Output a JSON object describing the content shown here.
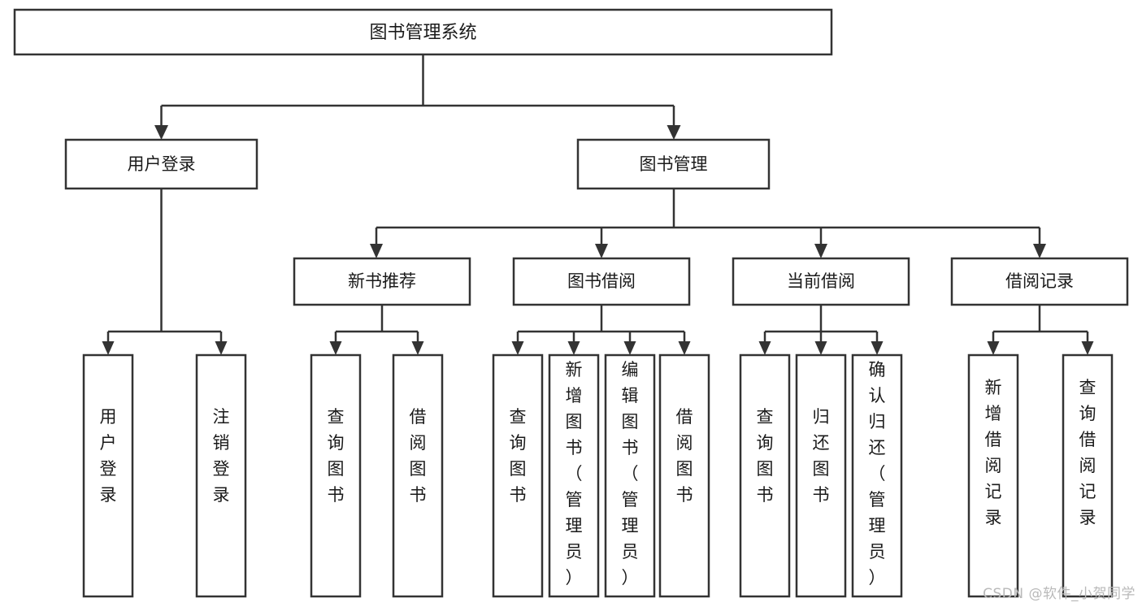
{
  "diagram": {
    "title": "图书管理系统",
    "watermark": "CSDN @软件_小贺同学",
    "colors": {
      "stroke": "#333333",
      "fill": "#ffffff",
      "text": "#1a1a1a",
      "watermark": "#b9b9b9",
      "background": "#ffffff"
    }
  },
  "chart_data": {
    "type": "diagram",
    "subtype": "tree-hierarchy",
    "title": "图书管理系统",
    "orientation": "top-down",
    "levels": 4,
    "nodes": [
      {
        "id": "root",
        "label": "图书管理系统",
        "level": 0,
        "parent": null,
        "orientation": "horizontal"
      },
      {
        "id": "login",
        "label": "用户登录",
        "level": 1,
        "parent": "root",
        "orientation": "horizontal"
      },
      {
        "id": "bookmgmt",
        "label": "图书管理",
        "level": 1,
        "parent": "root",
        "orientation": "horizontal"
      },
      {
        "id": "newbook",
        "label": "新书推荐",
        "level": 2,
        "parent": "bookmgmt",
        "orientation": "horizontal"
      },
      {
        "id": "borrowbook",
        "label": "图书借阅",
        "level": 2,
        "parent": "bookmgmt",
        "orientation": "horizontal"
      },
      {
        "id": "current",
        "label": "当前借阅",
        "level": 2,
        "parent": "bookmgmt",
        "orientation": "horizontal"
      },
      {
        "id": "record",
        "label": "借阅记录",
        "level": 2,
        "parent": "bookmgmt",
        "orientation": "horizontal"
      },
      {
        "id": "leaf-1",
        "label": "用户登录",
        "level": 3,
        "parent": "login",
        "orientation": "vertical"
      },
      {
        "id": "leaf-2",
        "label": "注销登录",
        "level": 3,
        "parent": "login",
        "orientation": "vertical"
      },
      {
        "id": "leaf-3",
        "label": "查询图书",
        "level": 3,
        "parent": "newbook",
        "orientation": "vertical"
      },
      {
        "id": "leaf-4",
        "label": "借阅图书",
        "level": 3,
        "parent": "newbook",
        "orientation": "vertical"
      },
      {
        "id": "leaf-5",
        "label": "查询图书",
        "level": 3,
        "parent": "borrowbook",
        "orientation": "vertical"
      },
      {
        "id": "leaf-6",
        "label": "新增图书（管理员）",
        "level": 3,
        "parent": "borrowbook",
        "orientation": "vertical"
      },
      {
        "id": "leaf-7",
        "label": "编辑图书（管理员）",
        "level": 3,
        "parent": "borrowbook",
        "orientation": "vertical"
      },
      {
        "id": "leaf-8",
        "label": "借阅图书",
        "level": 3,
        "parent": "borrowbook",
        "orientation": "vertical"
      },
      {
        "id": "leaf-9",
        "label": "查询图书",
        "level": 3,
        "parent": "current",
        "orientation": "vertical"
      },
      {
        "id": "leaf-10",
        "label": "归还图书",
        "level": 3,
        "parent": "current",
        "orientation": "vertical"
      },
      {
        "id": "leaf-11",
        "label": "确认归还（管理员）",
        "level": 3,
        "parent": "current",
        "orientation": "vertical"
      },
      {
        "id": "leaf-12",
        "label": "新增借阅记录",
        "level": 3,
        "parent": "record",
        "orientation": "vertical"
      },
      {
        "id": "leaf-13",
        "label": "查询借阅记录",
        "level": 3,
        "parent": "record",
        "orientation": "vertical"
      }
    ],
    "edges": [
      {
        "from": "root",
        "to": "login"
      },
      {
        "from": "root",
        "to": "bookmgmt"
      },
      {
        "from": "bookmgmt",
        "to": "newbook"
      },
      {
        "from": "bookmgmt",
        "to": "borrowbook"
      },
      {
        "from": "bookmgmt",
        "to": "current"
      },
      {
        "from": "bookmgmt",
        "to": "record"
      },
      {
        "from": "login",
        "to": "leaf-1"
      },
      {
        "from": "login",
        "to": "leaf-2"
      },
      {
        "from": "newbook",
        "to": "leaf-3"
      },
      {
        "from": "newbook",
        "to": "leaf-4"
      },
      {
        "from": "borrowbook",
        "to": "leaf-5"
      },
      {
        "from": "borrowbook",
        "to": "leaf-6"
      },
      {
        "from": "borrowbook",
        "to": "leaf-7"
      },
      {
        "from": "borrowbook",
        "to": "leaf-8"
      },
      {
        "from": "current",
        "to": "leaf-9"
      },
      {
        "from": "current",
        "to": "leaf-10"
      },
      {
        "from": "current",
        "to": "leaf-11"
      },
      {
        "from": "record",
        "to": "leaf-12"
      },
      {
        "from": "record",
        "to": "leaf-13"
      }
    ]
  }
}
